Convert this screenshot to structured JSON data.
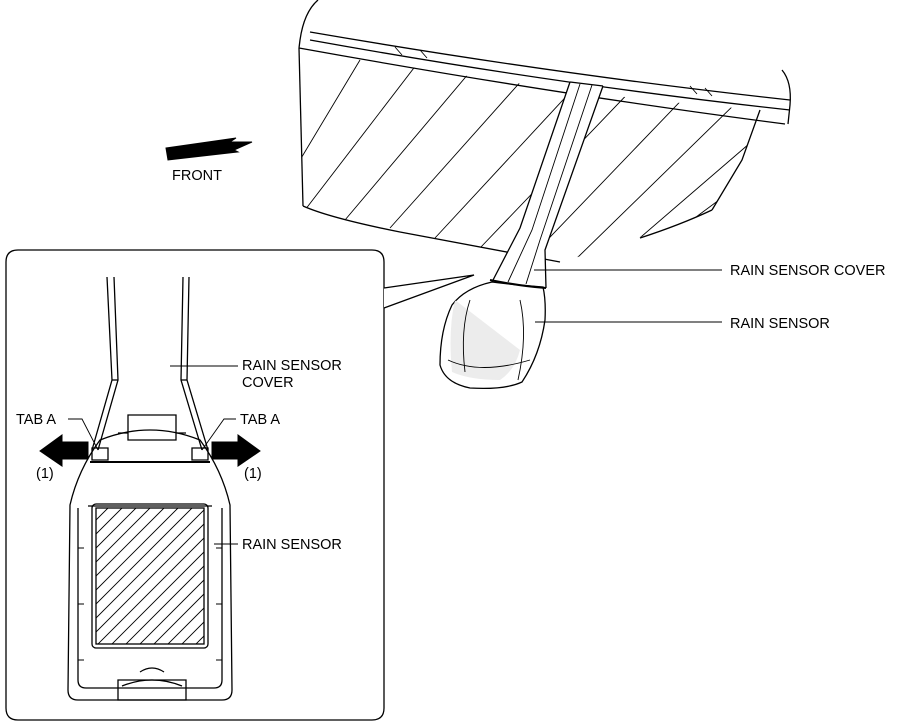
{
  "labels": {
    "front": "FRONT",
    "main_rain_sensor_cover": "RAIN SENSOR COVER",
    "main_rain_sensor": "RAIN SENSOR",
    "detail_rain_sensor_cover_line1": "RAIN SENSOR",
    "detail_rain_sensor_cover_line2": "COVER",
    "tab_a_left": "TAB A",
    "tab_a_right": "TAB A",
    "step_left": "(1)",
    "step_right": "(1)",
    "detail_rain_sensor": "RAIN SENSOR"
  },
  "icons": {
    "front_arrow": "front-arrow-icon",
    "release_arrow_left": "arrow-left-icon",
    "release_arrow_right": "arrow-right-icon"
  },
  "colors": {
    "line": "#000000",
    "background": "#ffffff",
    "sensor_shade": "#d8d8d8"
  }
}
